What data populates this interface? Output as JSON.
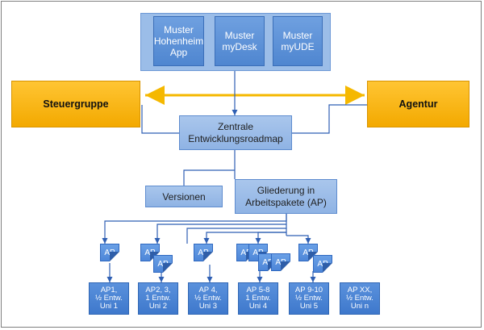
{
  "top_boxes": [
    {
      "label": "Muster\nHohenheim\nApp"
    },
    {
      "label": "Muster\nmyDesk"
    },
    {
      "label": "Muster\nmyUDE"
    }
  ],
  "left_box": {
    "label": "Steuergruppe"
  },
  "right_box": {
    "label": "Agentur"
  },
  "center_box": {
    "label": "Zentrale\nEntwicklungsroadmap"
  },
  "versions_box": {
    "label": "Versionen"
  },
  "structure_box": {
    "label": "Gliederung in\nArbeitspakete (AP)"
  },
  "ap_card_label": "AP",
  "work_packages": [
    {
      "label": "AP1,\n½ Entw.\nUni 1"
    },
    {
      "label": "AP2, 3,\n1 Entw.\nUni 2"
    },
    {
      "label": "AP 4,\n½ Entw.\nUni 3"
    },
    {
      "label": "AP 5-8\n1 Entw.\nUni 4"
    },
    {
      "label": "AP 9-10\n½ Entw.\nUni 5"
    },
    {
      "label": "AP XX,\n½ Entw.\nUni n"
    }
  ],
  "colors": {
    "orange": "#f3a900",
    "blue": "#4f86d0",
    "light_blue": "#9bbde8",
    "connector": "#2f5fb3",
    "arrow": "#f5b800"
  }
}
